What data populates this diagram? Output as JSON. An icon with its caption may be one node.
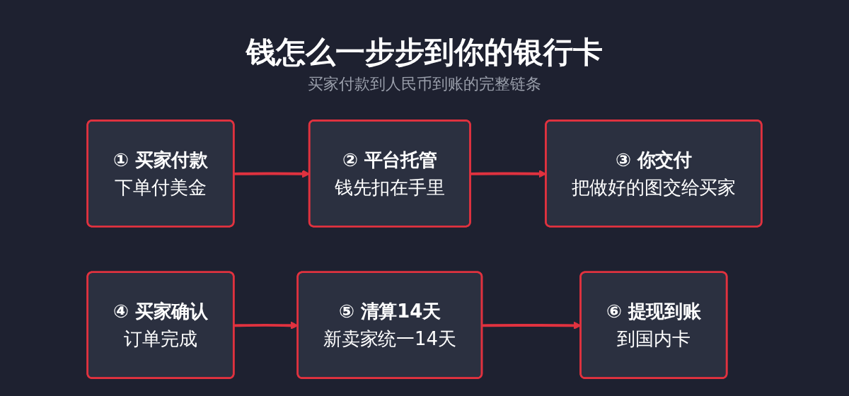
{
  "diagram": {
    "title": "钱怎么一步步到你的银行卡",
    "nodes": [
      {
        "text": [
          "① 买家付款",
          "下单付美金"
        ]
      },
      {
        "text": [
          "② 平台托管",
          "钱先扣在手里"
        ]
      },
      {
        "text": [
          "③ 你交付",
          "把做好的图交给买家"
        ]
      },
      {
        "text": [
          "④ 买家确认",
          "订单完成"
        ]
      },
      {
        "text": [
          "⑤ 清算14天",
          "新卖家统一14天"
        ]
      },
      {
        "text": [
          "⑥ 提现到账",
          "到国内卡"
        ]
      }
    ],
    "edges": [
      {
        "from": 0,
        "to": 1,
        "arrow": "to"
      },
      {
        "from": 1,
        "to": 2,
        "arrow": "to"
      },
      {
        "from": 3,
        "to": 4,
        "arrow": "to"
      },
      {
        "from": 4,
        "to": 5,
        "arrow": "to"
      }
    ],
    "labels": [
      "买家付款到人民币到账的完整链条"
    ]
  }
}
